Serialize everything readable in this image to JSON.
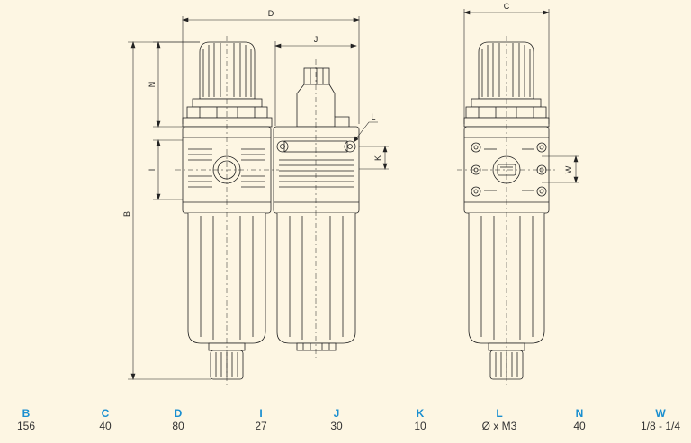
{
  "dimension_labels": {
    "D": "D",
    "C": "C",
    "J": "J",
    "N": "N",
    "L": "L",
    "I": "I",
    "K": "K",
    "W": "W",
    "B": "B"
  },
  "table": {
    "headers": [
      "B",
      "C",
      "D",
      "I",
      "J",
      "K",
      "L",
      "N",
      "W"
    ],
    "values": [
      "156",
      "40",
      "80",
      "27",
      "30",
      "10",
      "Ø x M3",
      "40",
      "1/8 - 1/4"
    ]
  },
  "colors": {
    "background": "#fdf6e3",
    "header_text": "#1a8fd0",
    "line": "#222222"
  }
}
